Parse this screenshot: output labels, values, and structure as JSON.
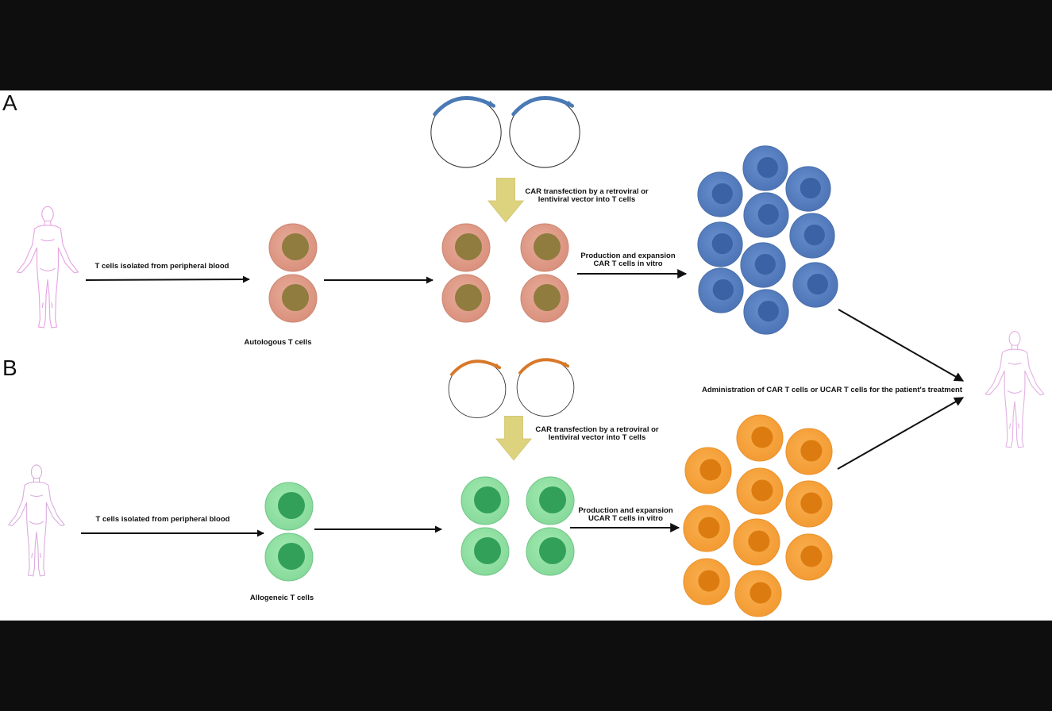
{
  "panels": {
    "a": {
      "letter": "A",
      "isolation_label": "T cells isolated from peripheral blood",
      "cells_label": "Autologous T cells",
      "transfection_label_1": "CAR transfection by a retroviral or",
      "transfection_label_2": "lentiviral vector into T cells",
      "production_label_1": "Production and expansion",
      "production_label_2": "CAR T cells in vitro"
    },
    "b": {
      "letter": "B",
      "isolation_label": "T cells isolated from peripheral blood",
      "cells_label": "Allogeneic T cells",
      "transfection_label_1": "CAR transfection by a retroviral or",
      "transfection_label_2": "lentiviral vector into T cells",
      "production_label_1": "Production and expansion",
      "production_label_2": "UCAR T cells in vitro"
    }
  },
  "administration_label": "Administration of CAR T cells or UCAR T cells for the patient's treatment",
  "colors": {
    "t_cell_outer": "#e0a18f",
    "t_cell_nucleus": "#8f7c3e",
    "allo_cell_outer": "#99e6a8",
    "allo_cell_nucleus": "#33a05a",
    "car_cell_outer": "#5b82c2",
    "car_cell_nucleus": "#3a62a4",
    "ucar_cell_outer": "#f7a440",
    "ucar_cell_nucleus": "#dc7c10",
    "plasmid_arrow_a": "#4a7ab5",
    "plasmid_arrow_b": "#d8782a",
    "transfection_arrow": "#ddd27e",
    "donor_a_outline": "#e7a6e4",
    "donor_b_outline": "#d9a9dd",
    "patient_outline": "#e3b1e3"
  },
  "icons": [
    "human-body-icon",
    "plasmid-icon",
    "down-arrow-icon",
    "cell-icon"
  ]
}
